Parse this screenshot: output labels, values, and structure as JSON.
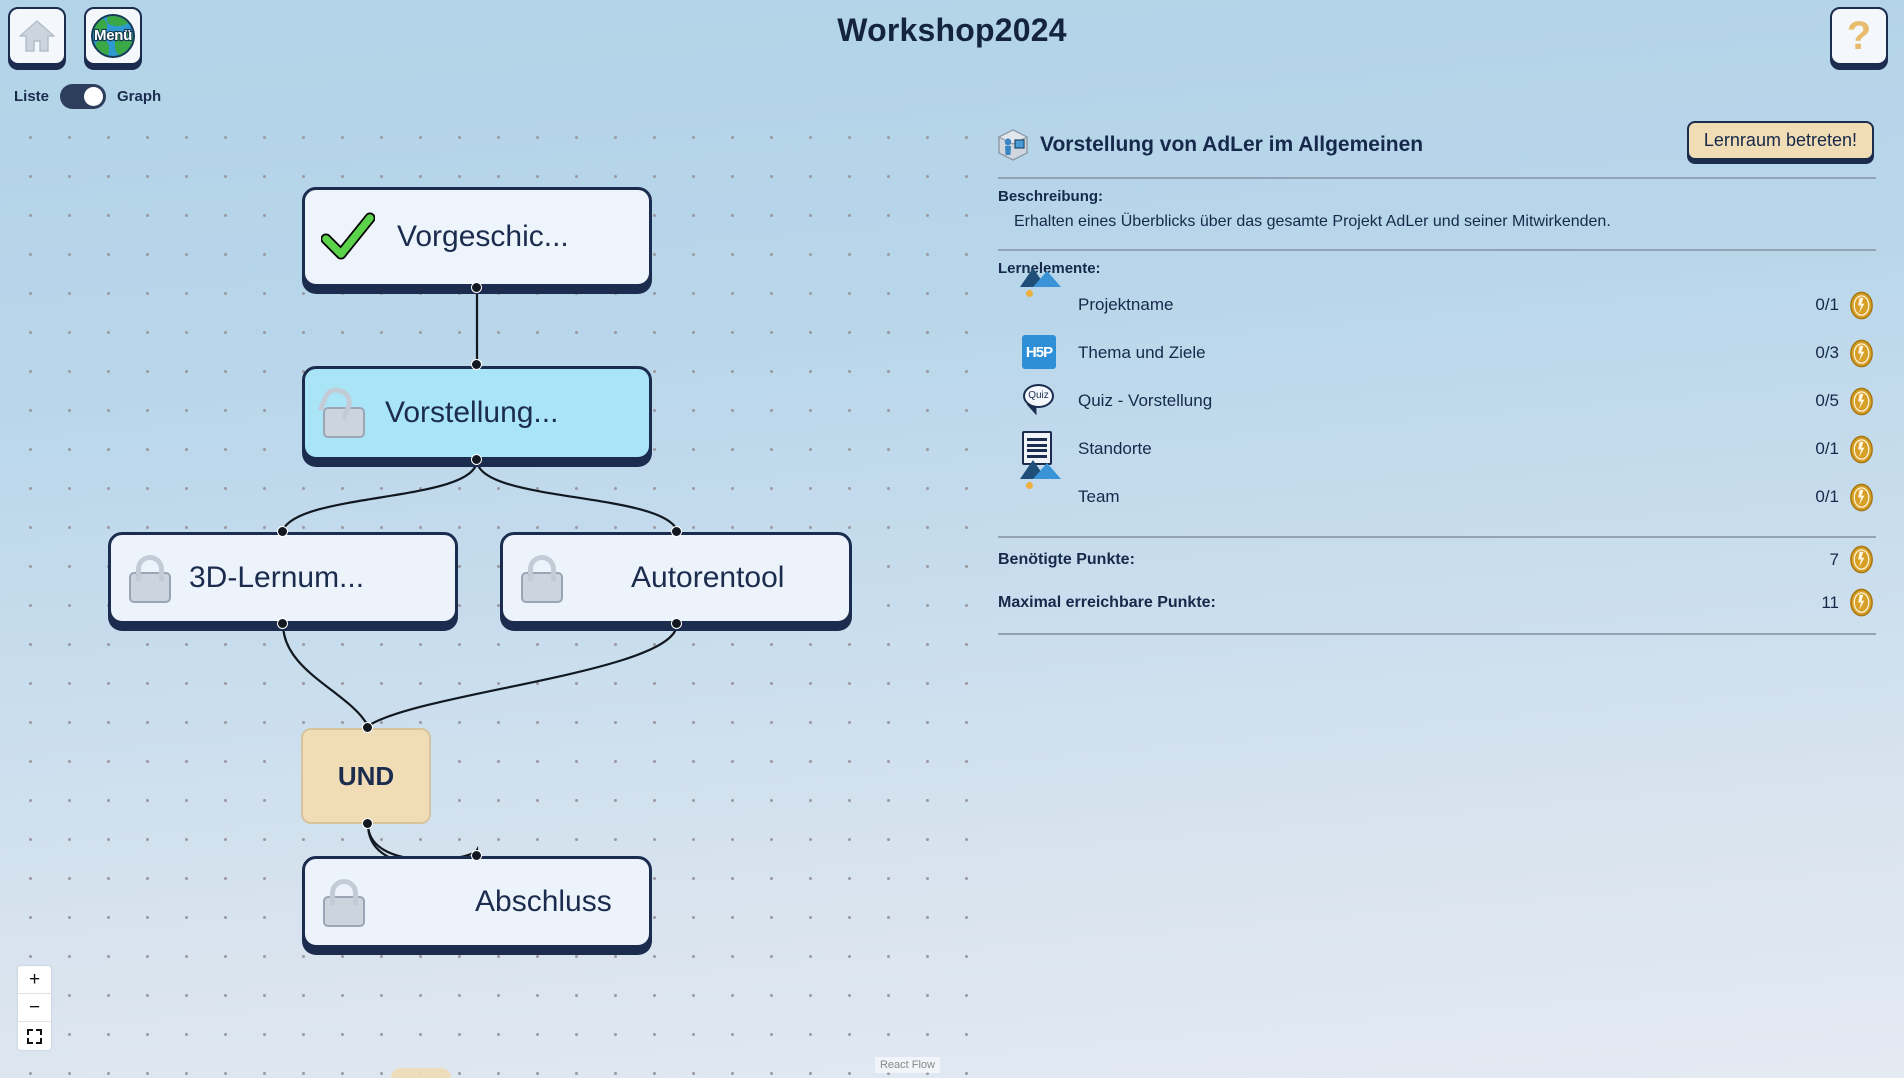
{
  "header": {
    "title": "Workshop2024",
    "home_icon": "home-icon",
    "menu_label": "Menü",
    "menu_icon": "globe-icon",
    "help_label": "?"
  },
  "view_toggle": {
    "left_label": "Liste",
    "right_label": "Graph",
    "active": "Graph"
  },
  "graph": {
    "nodes": [
      {
        "id": "vorgeschichte",
        "label": "Vorgeschic...",
        "state": "completed",
        "icon": "check-icon"
      },
      {
        "id": "vorstellung",
        "label": "Vorstellung...",
        "state": "available",
        "icon": "open-lock-icon"
      },
      {
        "id": "lernumgebung",
        "label": "3D-Lernum...",
        "state": "locked",
        "icon": "lock-icon"
      },
      {
        "id": "autorentool",
        "label": "Autorentool",
        "state": "locked",
        "icon": "lock-icon"
      },
      {
        "id": "abschluss",
        "label": "Abschluss",
        "state": "locked",
        "icon": "lock-icon"
      }
    ],
    "logic_nodes": [
      {
        "id": "und",
        "label": "UND"
      }
    ],
    "controls": {
      "zoom_in": "+",
      "zoom_out": "−",
      "fit_view": "fit-view-icon"
    },
    "attribution": "React Flow"
  },
  "detail": {
    "icon": "learning-room-icon",
    "title": "Vorstellung von AdLer im Allgemeinen",
    "enter_button": "Lernraum betreten!",
    "description_label": "Beschreibung:",
    "description_text": "Erhalten eines Überblicks über das gesamte Projekt AdLer und seiner Mitwirkenden.",
    "elements_label": "Lernelemente:",
    "elements": [
      {
        "name": "Projektname",
        "score": "0/1",
        "icon": "image-icon"
      },
      {
        "name": "Thema und Ziele",
        "score": "0/3",
        "icon": "h5p-icon"
      },
      {
        "name": "Quiz - Vorstellung",
        "score": "0/5",
        "icon": "quiz-icon"
      },
      {
        "name": "Standorte",
        "score": "0/1",
        "icon": "text-icon"
      },
      {
        "name": "Team",
        "score": "0/1",
        "icon": "image-icon"
      }
    ],
    "required_points_label": "Benötigte Punkte:",
    "required_points_value": "7",
    "max_points_label": "Maximal erreichbare Punkte:",
    "max_points_value": "11"
  },
  "colors": {
    "dark_navy": "#1b2c4e",
    "accent_tan": "#f0dcb5",
    "node_available": "#a9e4f7",
    "coin_gold": "#d79f25",
    "check_green": "#5ad24a"
  }
}
